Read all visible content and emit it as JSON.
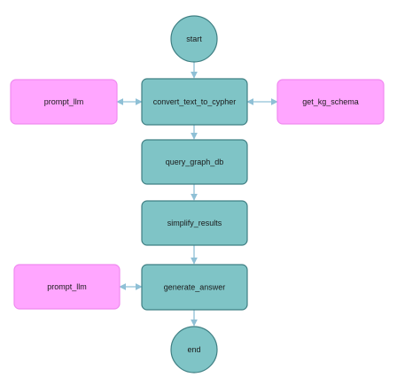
{
  "colors": {
    "process_fill": "#7fc4c6",
    "process_stroke": "#3f7f83",
    "external_fill": "#ffa6ff",
    "external_stroke": "#ef8aef",
    "edge": "#8fc0d6",
    "background": "#ffffff"
  },
  "nodes": {
    "start": {
      "label": "start",
      "shape": "circle"
    },
    "convert": {
      "label": "convert_text_to_cypher",
      "shape": "process"
    },
    "prompt1": {
      "label": "prompt_llm",
      "shape": "external"
    },
    "schema": {
      "label": "get_kg_schema",
      "shape": "external"
    },
    "query": {
      "label": "query_graph_db",
      "shape": "process"
    },
    "simplify": {
      "label": "simplify_results",
      "shape": "process"
    },
    "generate": {
      "label": "generate_answer",
      "shape": "process"
    },
    "prompt2": {
      "label": "prompt_llm",
      "shape": "external"
    },
    "end": {
      "label": "end",
      "shape": "circle"
    }
  },
  "edges": [
    {
      "from": "start",
      "to": "convert",
      "direction": "forward"
    },
    {
      "from": "convert",
      "to": "prompt1",
      "direction": "both"
    },
    {
      "from": "convert",
      "to": "schema",
      "direction": "both"
    },
    {
      "from": "convert",
      "to": "query",
      "direction": "forward"
    },
    {
      "from": "query",
      "to": "simplify",
      "direction": "forward"
    },
    {
      "from": "simplify",
      "to": "generate",
      "direction": "forward"
    },
    {
      "from": "generate",
      "to": "prompt2",
      "direction": "both"
    },
    {
      "from": "generate",
      "to": "end",
      "direction": "forward"
    }
  ]
}
